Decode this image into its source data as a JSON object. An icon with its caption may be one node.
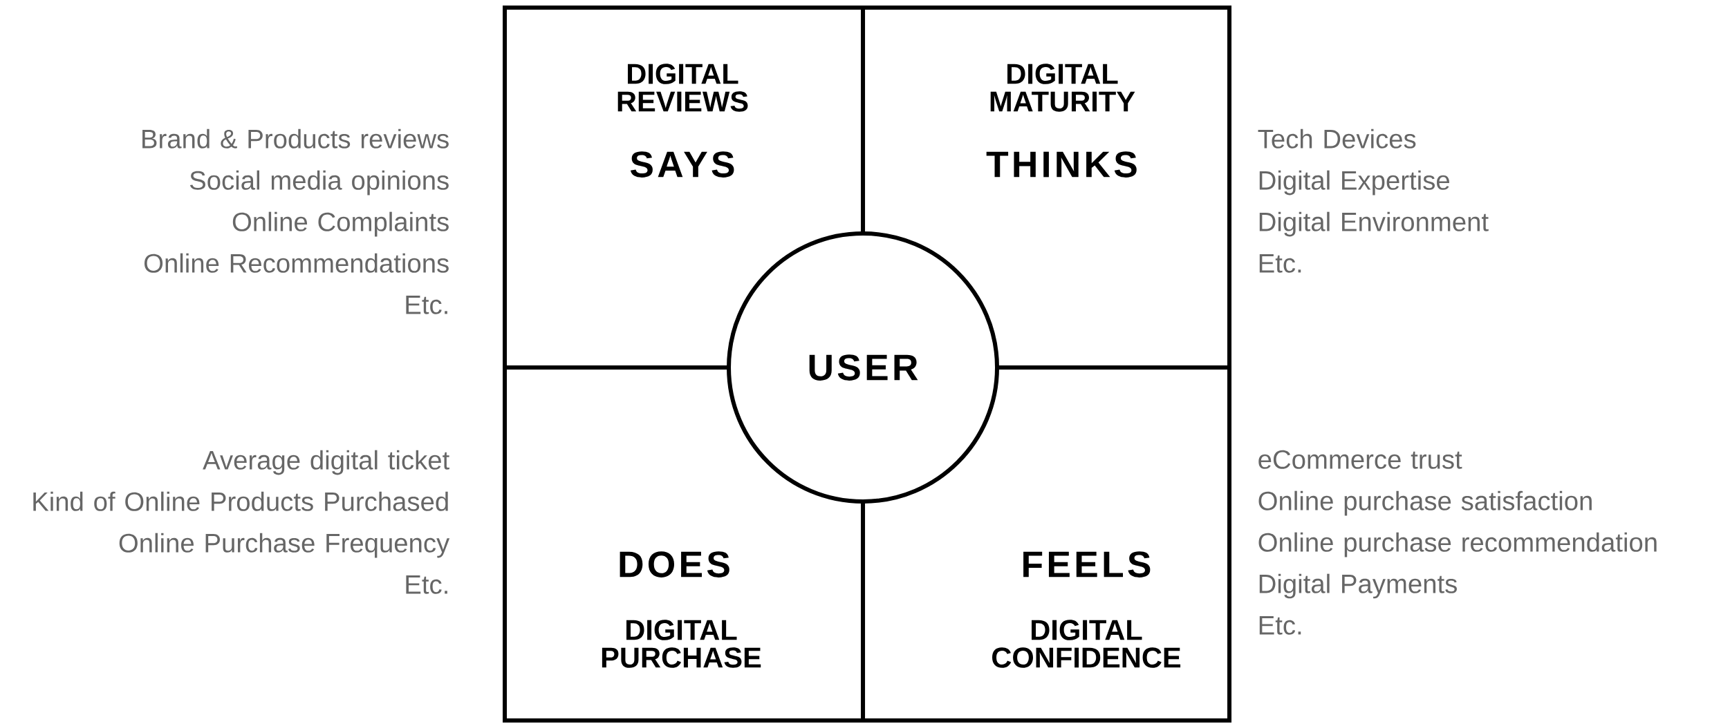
{
  "diagram": {
    "nodes": [
      {
        "text": [
          "DIGITAL REVIEWS",
          "SAYS"
        ],
        "beside": [
          "Brand & Products reviews",
          "Social media opinions",
          "Online Complaints",
          "Online Recommendations",
          "Etc."
        ]
      },
      {
        "text": [
          "DIGITAL MATURITY",
          "THINKS"
        ],
        "beside": [
          "Tech Devices",
          "Digital Expertise",
          "Digital Environment",
          "Etc."
        ]
      },
      {
        "text": [
          "DOES",
          "DIGITAL PURCHASE"
        ],
        "beside": [
          "Average digital ticket",
          "Kind of Online Products Purchased",
          "Online Purchase Frequency",
          "Etc."
        ]
      },
      {
        "text": [
          "FEELS",
          "DIGITAL CONFIDENCE"
        ],
        "beside": [
          "eCommerce trust",
          "Online purchase satisfaction",
          "Online purchase recommendation",
          "Digital Payments",
          "Etc."
        ]
      },
      {
        "text": [
          "USER"
        ]
      }
    ]
  }
}
